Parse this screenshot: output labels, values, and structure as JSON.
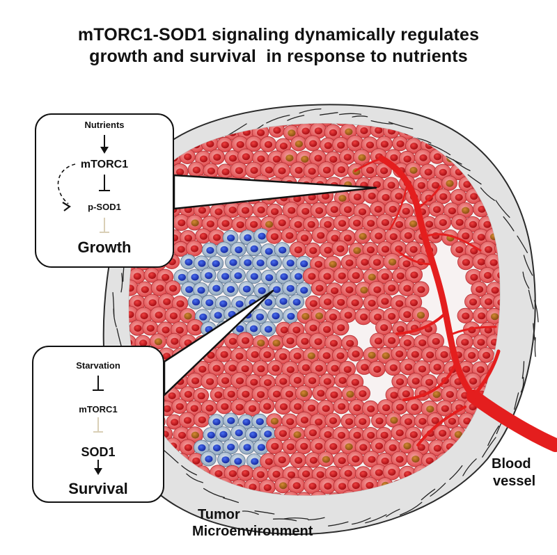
{
  "title": {
    "line1": "mTORC1-SOD1 signaling dynamically regulates",
    "line2": "growth and survival  in response to nutrients"
  },
  "growth_panel": {
    "nutrients": "Nutrients",
    "mtorc1": "mTORC1",
    "psod1": "p-SOD1",
    "growth": "Growth"
  },
  "survival_panel": {
    "starvation": "Starvation",
    "mtorc1": "mTORC1",
    "sod1": "SOD1",
    "survival": "Survival"
  },
  "labels": {
    "tumor": "Tumor",
    "microenvironment": "Microenvironment",
    "blood": "Blood",
    "vessel": "vessel"
  },
  "colors": {
    "red_cell_fill": "#e4595a",
    "red_cell_light": "#f6b8b6",
    "red_nucleus": "#c8141c",
    "brown_nucleus": "#a8641c",
    "blue_cell_fill": "#9ab0c6",
    "blue_nucleus": "#1f3fc8",
    "vessel": "#e41e1e",
    "stroma": "#e2e2e2",
    "faded_inhibition": "#d9cfb6"
  }
}
